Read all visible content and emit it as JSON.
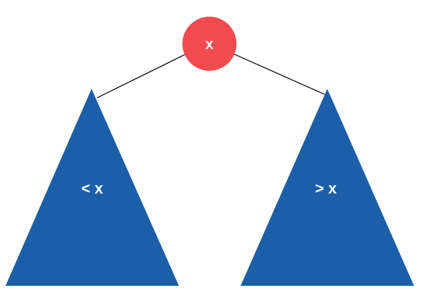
{
  "diagram": {
    "root": {
      "label": "x",
      "color": "#f24b4f"
    },
    "left_subtree": {
      "label": "< x",
      "color": "#1a5fa7"
    },
    "right_subtree": {
      "label": "> x",
      "color": "#1a5fa7"
    },
    "edge_color": "#222222"
  }
}
